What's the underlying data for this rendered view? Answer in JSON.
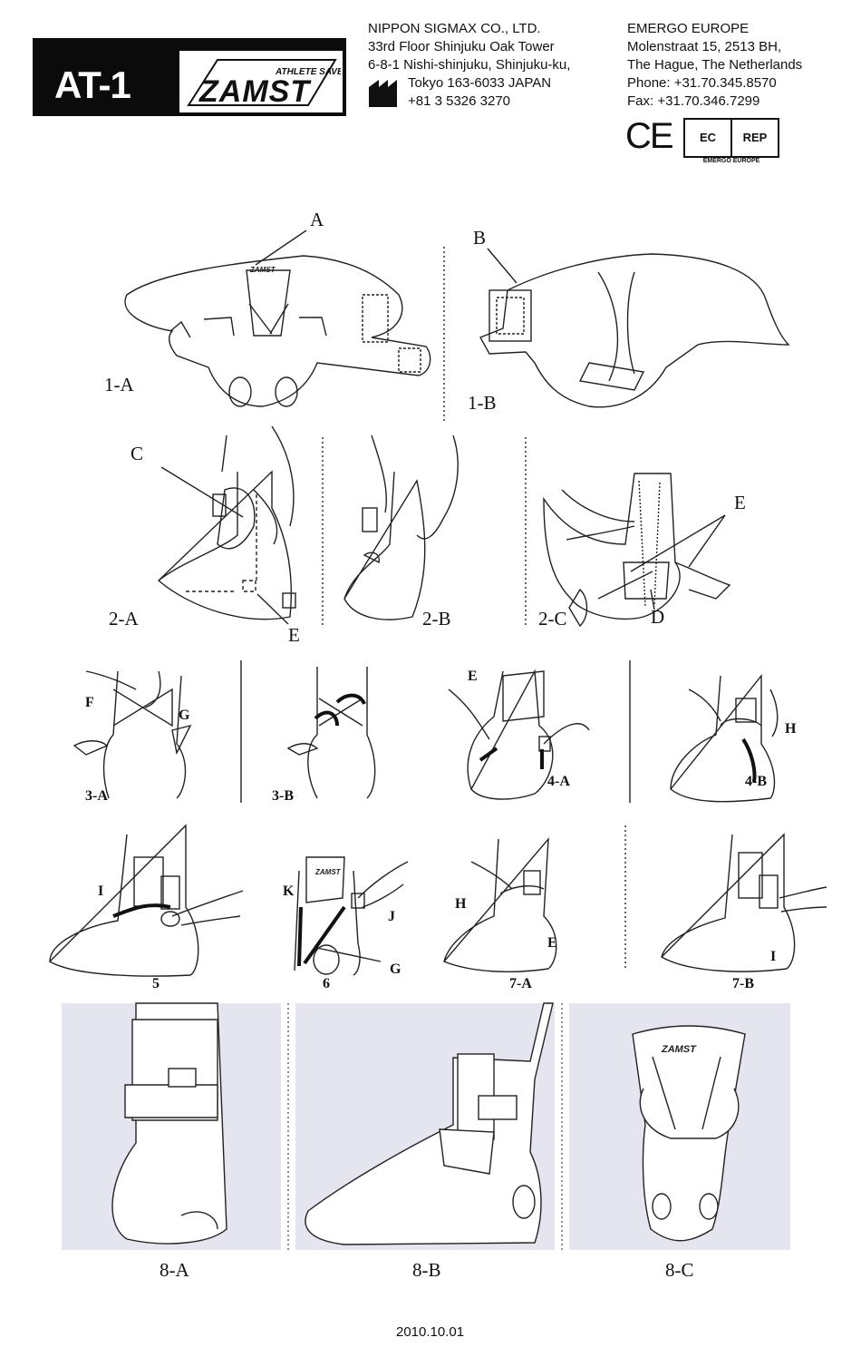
{
  "header": {
    "model": "AT-1",
    "brand_tagline": "ATHLETE SAVER",
    "brand_name": "ZAMST",
    "manufacturer": {
      "name": "NIPPON SIGMAX CO., LTD.",
      "line1": "33rd Floor Shinjuku Oak Tower",
      "line2": "6-8-1 Nishi-shinjuku, Shinjuku-ku,",
      "line3": "Tokyo 163-6033 JAPAN",
      "phone": "+81 3 5326 3270"
    },
    "representative": {
      "name": "EMERGO EUROPE",
      "line1": "Molenstraat 15, 2513 BH,",
      "line2": "The Hague, The Netherlands",
      "phone": "Phone: +31.70.345.8570",
      "fax": "Fax: +31.70.346.7299"
    },
    "ce_mark": "CE",
    "ec_label": "EC",
    "rep_label": "REP",
    "rep_caption": "EMERGO EUROPE"
  },
  "figures": {
    "f1a": "1-A",
    "f1b": "1-B",
    "f2a": "2-A",
    "f2b": "2-B",
    "f2c": "2-C",
    "f3a": "3-A",
    "f3b": "3-B",
    "f4a": "4-A",
    "f4b": "4-B",
    "f5": "5",
    "f6": "6",
    "f7a": "7-A",
    "f7b": "7-B",
    "f8a": "8-A",
    "f8b": "8-B",
    "f8c": "8-C"
  },
  "callouts": {
    "A": "A",
    "B": "B",
    "C": "C",
    "D": "D",
    "E": "E",
    "F": "F",
    "G": "G",
    "H": "H",
    "I": "I",
    "J": "J",
    "K": "K"
  },
  "product_mark": "ZAMST",
  "footer": {
    "date": "2010.10.01"
  }
}
